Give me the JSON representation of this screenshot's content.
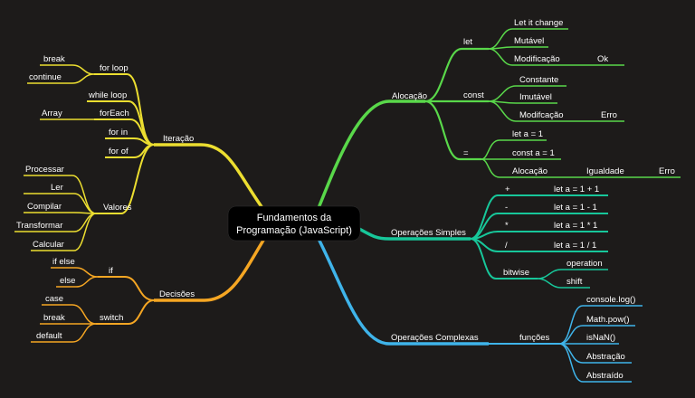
{
  "center": {
    "line1": "Fundamentos da",
    "line2": "Programação (JavaScript)"
  },
  "colors": {
    "background": "#1d1b1a",
    "alocacao": "#59d84a",
    "operacoes_simples": "#17c79a",
    "operacoes_complexas": "#3fb4ea",
    "iteracao": "#ecde30",
    "decisoes": "#f5a623",
    "center_fill": "#000000"
  },
  "alocacao": {
    "label": "Alocação",
    "let": {
      "label": "let",
      "items": [
        "Let it change",
        "Mutável",
        "Modificação"
      ],
      "modificacao_result": "Ok"
    },
    "const": {
      "label": "const",
      "items": [
        "Constante",
        "Imutável",
        "Modifcação"
      ],
      "modificacao_result": "Erro"
    },
    "eq": {
      "label": "=",
      "items": [
        "let a = 1",
        "const a = 1",
        "Alocação"
      ],
      "alocacao_labels": [
        "Igualdade",
        "Erro"
      ]
    }
  },
  "operacoes_simples": {
    "label": "Operações Simples",
    "ops": [
      {
        "symbol": "+",
        "expr": "let a = 1 + 1"
      },
      {
        "symbol": "-",
        "expr": "let a = 1 - 1"
      },
      {
        "symbol": "*",
        "expr": "let a = 1 * 1"
      },
      {
        "symbol": "/",
        "expr": "let a = 1 / 1"
      }
    ],
    "bitwise": {
      "label": "bitwise",
      "items": [
        "operation",
        "shift"
      ]
    }
  },
  "operacoes_complexas": {
    "label": "Operações Complexas",
    "funcoes": {
      "label": "funções",
      "items": [
        "console.log()",
        "Math.pow()",
        "isNaN()",
        "Abstração",
        "Abstraído"
      ]
    }
  },
  "iteracao": {
    "label": "Iteração",
    "for_loop": {
      "label": "for loop",
      "items": [
        "break",
        "continue"
      ]
    },
    "while_loop": "while loop",
    "for_each": {
      "label": "forEach",
      "item": "Array"
    },
    "for_in": "for in",
    "for_of": "for of"
  },
  "valores": {
    "label": "Valores",
    "items": [
      "Processar",
      "Ler",
      "Compilar",
      "Transformar",
      "Calcular"
    ]
  },
  "decisoes": {
    "label": "Decisões",
    "if": {
      "label": "if",
      "items": [
        "if else",
        "else"
      ]
    },
    "switch": {
      "label": "switch",
      "items": [
        "case",
        "break",
        "default"
      ]
    }
  }
}
